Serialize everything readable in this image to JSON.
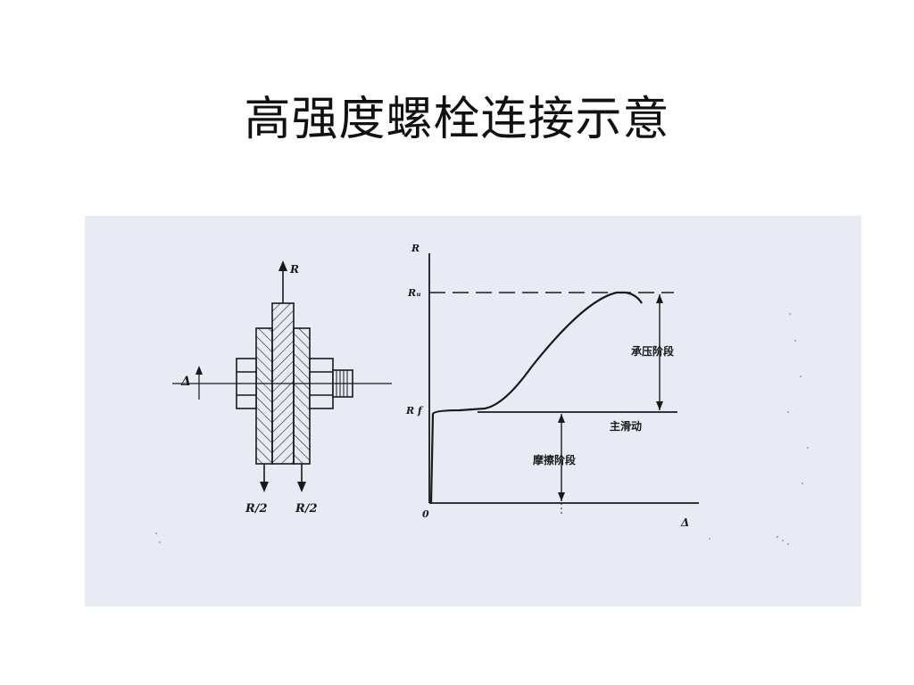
{
  "title": "高强度螺栓连接示意",
  "left_figure": {
    "load_label": "R",
    "half_load_left": "R/2",
    "half_load_right": "R/2",
    "delta_label": "Δ"
  },
  "right_figure": {
    "y_axis_label": "R",
    "ru_label": "Rᵤ",
    "rf_label": "R f",
    "origin_label": "0",
    "x_axis_label": "Δ",
    "stage_bearing": "承压阶段",
    "main_slip": "主滑动",
    "stage_friction": "摩擦阶段"
  },
  "colors": {
    "figure_background": "#e8ebf3",
    "ink": "#1a1a1a"
  }
}
